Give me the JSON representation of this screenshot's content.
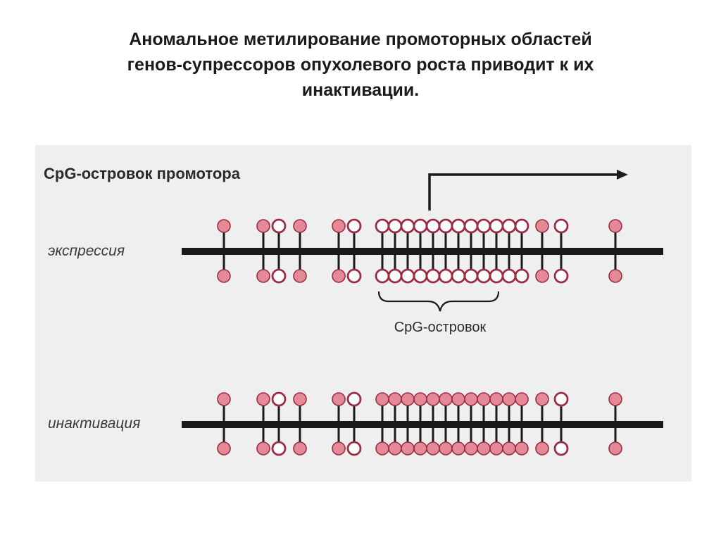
{
  "title": {
    "lines": [
      "Аномальное метилирование промоторных областей",
      "генов-супрессоров опухолевого роста  приводит к их",
      "инактивации."
    ]
  },
  "diagram": {
    "heading": "CpG-островок промотора",
    "rows": [
      {
        "label": "экспрессия"
      },
      {
        "label": "инактивация"
      }
    ],
    "brace_label": "CpG-островок",
    "colors": {
      "panel_bg": "#efefef",
      "strand": "#1a1a1a",
      "methylated_fill": "#e48a96",
      "methylated_stroke": "#9a2d43",
      "unmethylated_fill": "#ffffff",
      "unmethylated_stroke": "#9a2d43"
    },
    "sites": [
      {
        "top": "methylated",
        "bottom": "methylated"
      },
      {
        "top": "methylated",
        "bottom": "methylated"
      },
      {
        "top": "unmethylated",
        "bottom": "unmethylated"
      },
      {
        "top": "methylated",
        "bottom": "methylated"
      },
      {
        "top": "methylated",
        "bottom": "methylated"
      },
      {
        "top": "unmethylated",
        "bottom": "unmethylated"
      },
      {
        "top": "island",
        "bottom": "island"
      },
      {
        "top": "island",
        "bottom": "island"
      },
      {
        "top": "island",
        "bottom": "island"
      },
      {
        "top": "island",
        "bottom": "island"
      },
      {
        "top": "island",
        "bottom": "island"
      },
      {
        "top": "island",
        "bottom": "island"
      },
      {
        "top": "island",
        "bottom": "island"
      },
      {
        "top": "island",
        "bottom": "island"
      },
      {
        "top": "island",
        "bottom": "island"
      },
      {
        "top": "island",
        "bottom": "island"
      },
      {
        "top": "island",
        "bottom": "island"
      },
      {
        "top": "island",
        "bottom": "island"
      },
      {
        "top": "methylated",
        "bottom": "methylated"
      },
      {
        "top": "unmethylated",
        "bottom": "unmethylated"
      },
      {
        "top": "methylated",
        "bottom": "methylated"
      }
    ]
  }
}
